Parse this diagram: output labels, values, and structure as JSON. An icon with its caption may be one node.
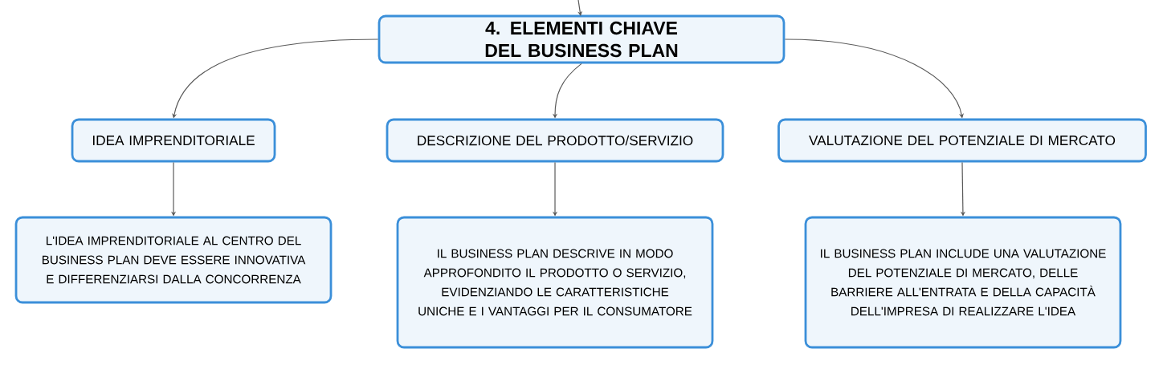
{
  "diagram": {
    "nodes": [
      {
        "text": [
          "4. ELEMENTI CHIAVE DEL BUSINESS PLAN"
        ]
      },
      {
        "text": [
          "IDEA IMPRENDITORIALE"
        ]
      },
      {
        "text": [
          "DESCRIZIONE DEL PRODOTTO/SERVIZIO"
        ]
      },
      {
        "text": [
          "VALUTAZIONE DEL POTENZIALE DI MERCATO"
        ]
      },
      {
        "text": [
          "L'IDEA IMPRENDITORIALE AL CENTRO DEL BUSINESS PLAN DEVE ESSERE INNOVATIVA E DIFFERENZIARSI DALLA CONCORRENZA"
        ]
      },
      {
        "text": [
          "IL BUSINESS PLAN DESCRIVE IN MODO APPROFONDITO IL PRODOTTO O SERVIZIO, EVIDENZIANDO LE CARATTERISTICHE UNICHE E I VANTAGGI PER IL CONSUMATORE"
        ]
      },
      {
        "text": [
          "IL BUSINESS PLAN INCLUDE UNA VALUTAZIONE DEL POTENZIALE DI MERCATO, DELLE BARRIERE ALL'ENTRATA E DELLA CAPACITÀ DELL'IMPRESA DI REALIZZARE L'IDEA"
        ]
      }
    ],
    "edges": [
      {
        "from": null,
        "to": 0,
        "arrow": "to"
      },
      {
        "from": 0,
        "to": 1,
        "arrow": "to"
      },
      {
        "from": 0,
        "to": 2,
        "arrow": "to"
      },
      {
        "from": 0,
        "to": 3,
        "arrow": "to"
      },
      {
        "from": 1,
        "to": 4,
        "arrow": "to"
      },
      {
        "from": 2,
        "to": 5,
        "arrow": "to"
      },
      {
        "from": 3,
        "to": 6,
        "arrow": "to"
      }
    ]
  }
}
